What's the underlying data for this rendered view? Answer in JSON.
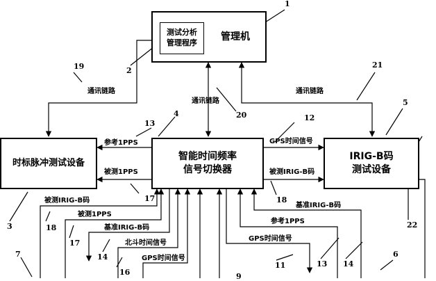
{
  "boxes": {
    "manager": {
      "title": "管理机",
      "inner_line1": "测试分析",
      "inner_line2": "管理程序"
    },
    "switcher": {
      "line1": "智能时间频率",
      "line2": "信号切换器"
    },
    "timestamp_tester": {
      "title": "时标脉冲测试设备"
    },
    "irigb_tester": {
      "line1": "IRIG-B码",
      "line2": "测试设备"
    }
  },
  "signals": {
    "comm_left": "通讯链路",
    "comm_center": "通讯链路",
    "comm_right": "通讯链路",
    "ref_1pps_left": "参考1PPS",
    "test_1pps_left": "被测1PPS",
    "gps_time_right": "GPS时间信号",
    "test_irigb_right": "被测IRIG-B码",
    "bottom_test_irigb": "被测IRIG-B码",
    "bottom_test_1pps": "被测1PPS",
    "bottom_ref_irigb": "基准IRIG-B码",
    "bottom_beidou": "北斗时间信号",
    "bottom_gps": "GPS时间信号",
    "bottom_ref_irigb_right": "基准IRIG-B码",
    "bottom_ref_1pps": "参考1PPS",
    "bottom_gps_right": "GPS时间信号"
  },
  "ref_numbers": {
    "n1": "1",
    "n2": "2",
    "n3": "3",
    "n4": "4",
    "n5": "5",
    "n6": "6",
    "n7": "7",
    "n11": "11",
    "n12": "12",
    "n13a": "13",
    "n13b": "13",
    "n14a": "14",
    "n14b": "14",
    "n16": "16",
    "n17a": "17",
    "n17b": "17",
    "n18a": "18",
    "n18b": "18",
    "n19": "19",
    "n20": "20",
    "n21": "21",
    "n22": "22",
    "n9": "9"
  }
}
